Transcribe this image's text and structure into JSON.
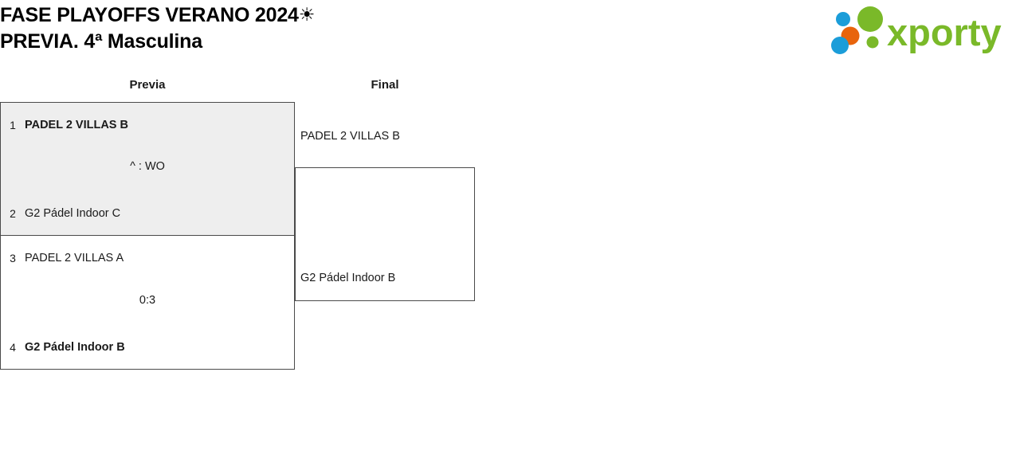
{
  "header": {
    "title_line1": "FASE PLAYOFFS VERANO 2024",
    "title_sun_glyph": "☀",
    "title_line2": "PREVIA. 4ª Masculina",
    "brand": {
      "name": "xporty",
      "colors": {
        "green": "#7AB929",
        "blue": "#1B9DD9",
        "orange": "#E8640C"
      }
    }
  },
  "bracket": {
    "rounds": [
      {
        "key": "previa",
        "label": "Previa"
      },
      {
        "key": "final",
        "label": "Final"
      }
    ],
    "previa_matches": [
      {
        "shaded": true,
        "score": "^ : WO",
        "teams": [
          {
            "seed": "1",
            "name": "PADEL 2 VILLAS B",
            "winner": true
          },
          {
            "seed": "2",
            "name": "G2 Pádel Indoor C",
            "winner": false
          }
        ]
      },
      {
        "shaded": false,
        "score": "0:3",
        "teams": [
          {
            "seed": "3",
            "name": "PADEL 2 VILLAS A",
            "winner": false
          },
          {
            "seed": "4",
            "name": "G2 Pádel Indoor B",
            "winner": true
          }
        ]
      }
    ],
    "final_round": {
      "slot_top_name": "PADEL 2 VILLAS B",
      "slot_bottom_name": "G2 Pádel Indoor B"
    }
  }
}
